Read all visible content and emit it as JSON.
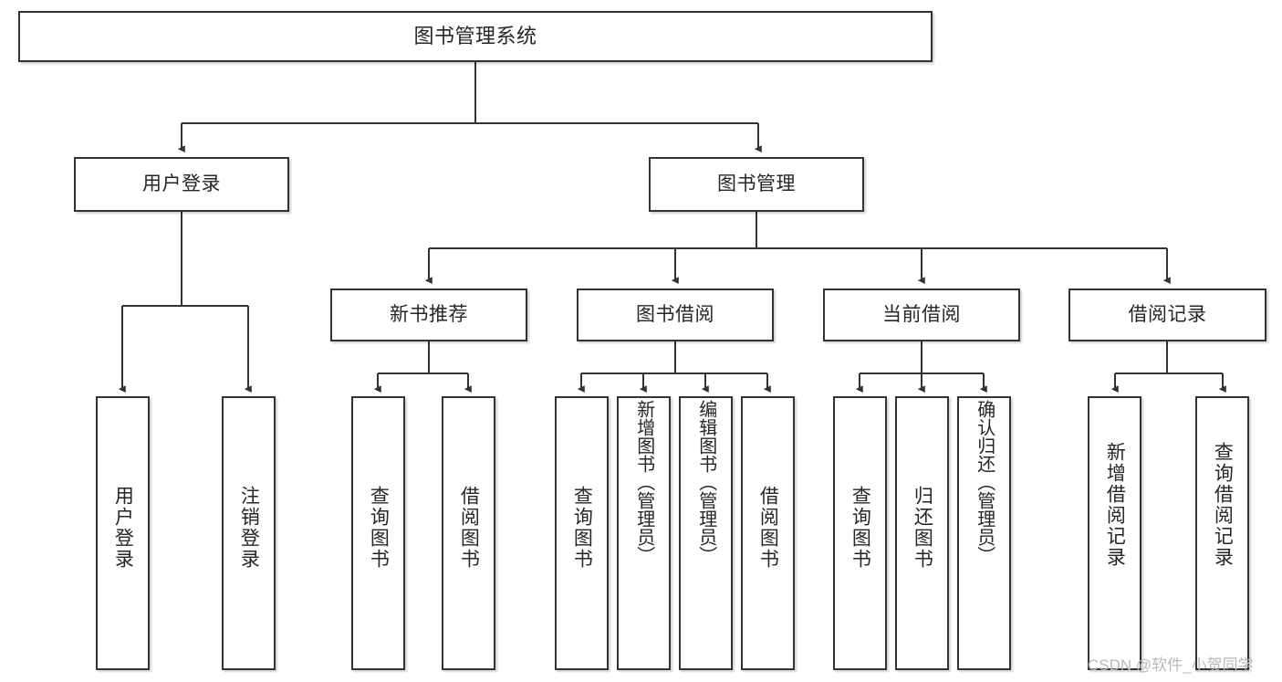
{
  "diagram": {
    "title": "图书管理系统",
    "type": "hierarchy-tree",
    "colors": {
      "node_border": "#333333",
      "node_fill": "#ffffff",
      "edge": "#333333",
      "text": "#262626",
      "watermark": "#b9b9b9"
    },
    "root": {
      "label": "图书管理系统"
    },
    "level2": [
      {
        "label": "用户登录"
      },
      {
        "label": "图书管理"
      }
    ],
    "level3": [
      {
        "label": "新书推荐"
      },
      {
        "label": "图书借阅"
      },
      {
        "label": "当前借阅"
      },
      {
        "label": "借阅记录"
      }
    ],
    "leaves": {
      "user_login": [
        {
          "label": "用户登录"
        },
        {
          "label": "注销登录"
        }
      ],
      "new_book": [
        {
          "label": "查询图书"
        },
        {
          "label": "借阅图书"
        }
      ],
      "book_borrow": [
        {
          "label": "查询图书"
        },
        {
          "label": "新增图书（管理员）"
        },
        {
          "label": "编辑图书（管理员）"
        },
        {
          "label": "借阅图书"
        }
      ],
      "current_borrow": [
        {
          "label": "查询图书"
        },
        {
          "label": "归还图书"
        },
        {
          "label": "确认归还（管理员）"
        }
      ],
      "borrow_record": [
        {
          "label": "新增借阅记录"
        },
        {
          "label": "查询借阅记录"
        }
      ]
    }
  },
  "watermark": {
    "text": "CSDN @软件_小贺同学"
  }
}
